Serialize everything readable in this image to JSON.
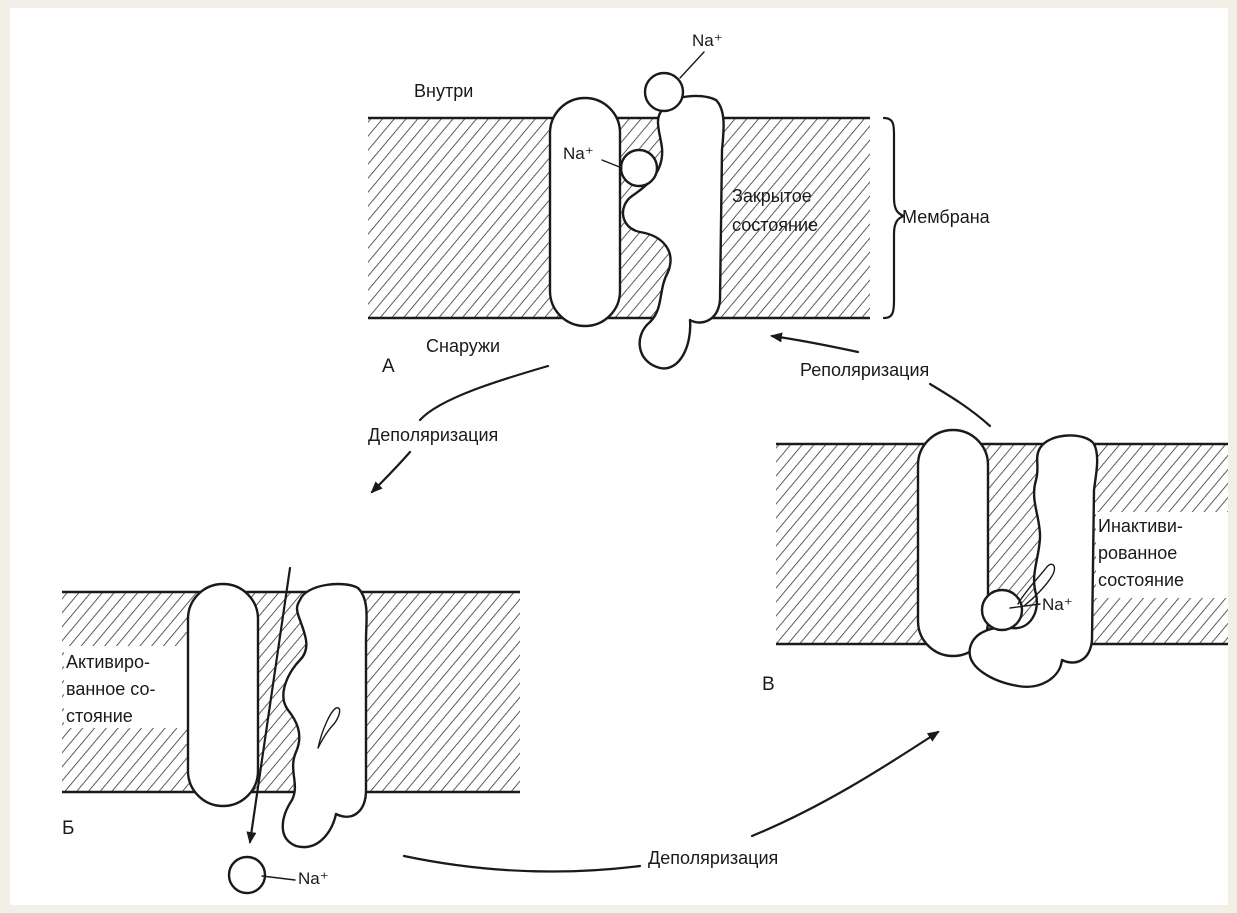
{
  "labels": {
    "outside": "Снаружи",
    "inside": "Внутри",
    "membrane": "Мембрана",
    "closed_line1": "Закрытое",
    "closed_line2": "состояние",
    "inactivated_line1": "Инактиви-",
    "inactivated_line2": "рованное",
    "inactivated_line3": "состояние",
    "activated_line1": "Активиро-",
    "activated_line2": "ванное со-",
    "activated_line3": "стояние",
    "repolarization": "Реполяризация",
    "depolarization_left": "Деполяризация",
    "depolarization_bottom": "Деполяризация"
  },
  "ions": {
    "na_top": "Na⁺",
    "na_closed": "Na⁺",
    "na_inactivated": "Na⁺",
    "na_activated": "Na⁺"
  },
  "states": {
    "a": "А",
    "b": "Б",
    "v": "В"
  },
  "colors": {
    "ink": "#1a1a1a",
    "background": "#ffffff",
    "frame": "#f1efe6"
  }
}
